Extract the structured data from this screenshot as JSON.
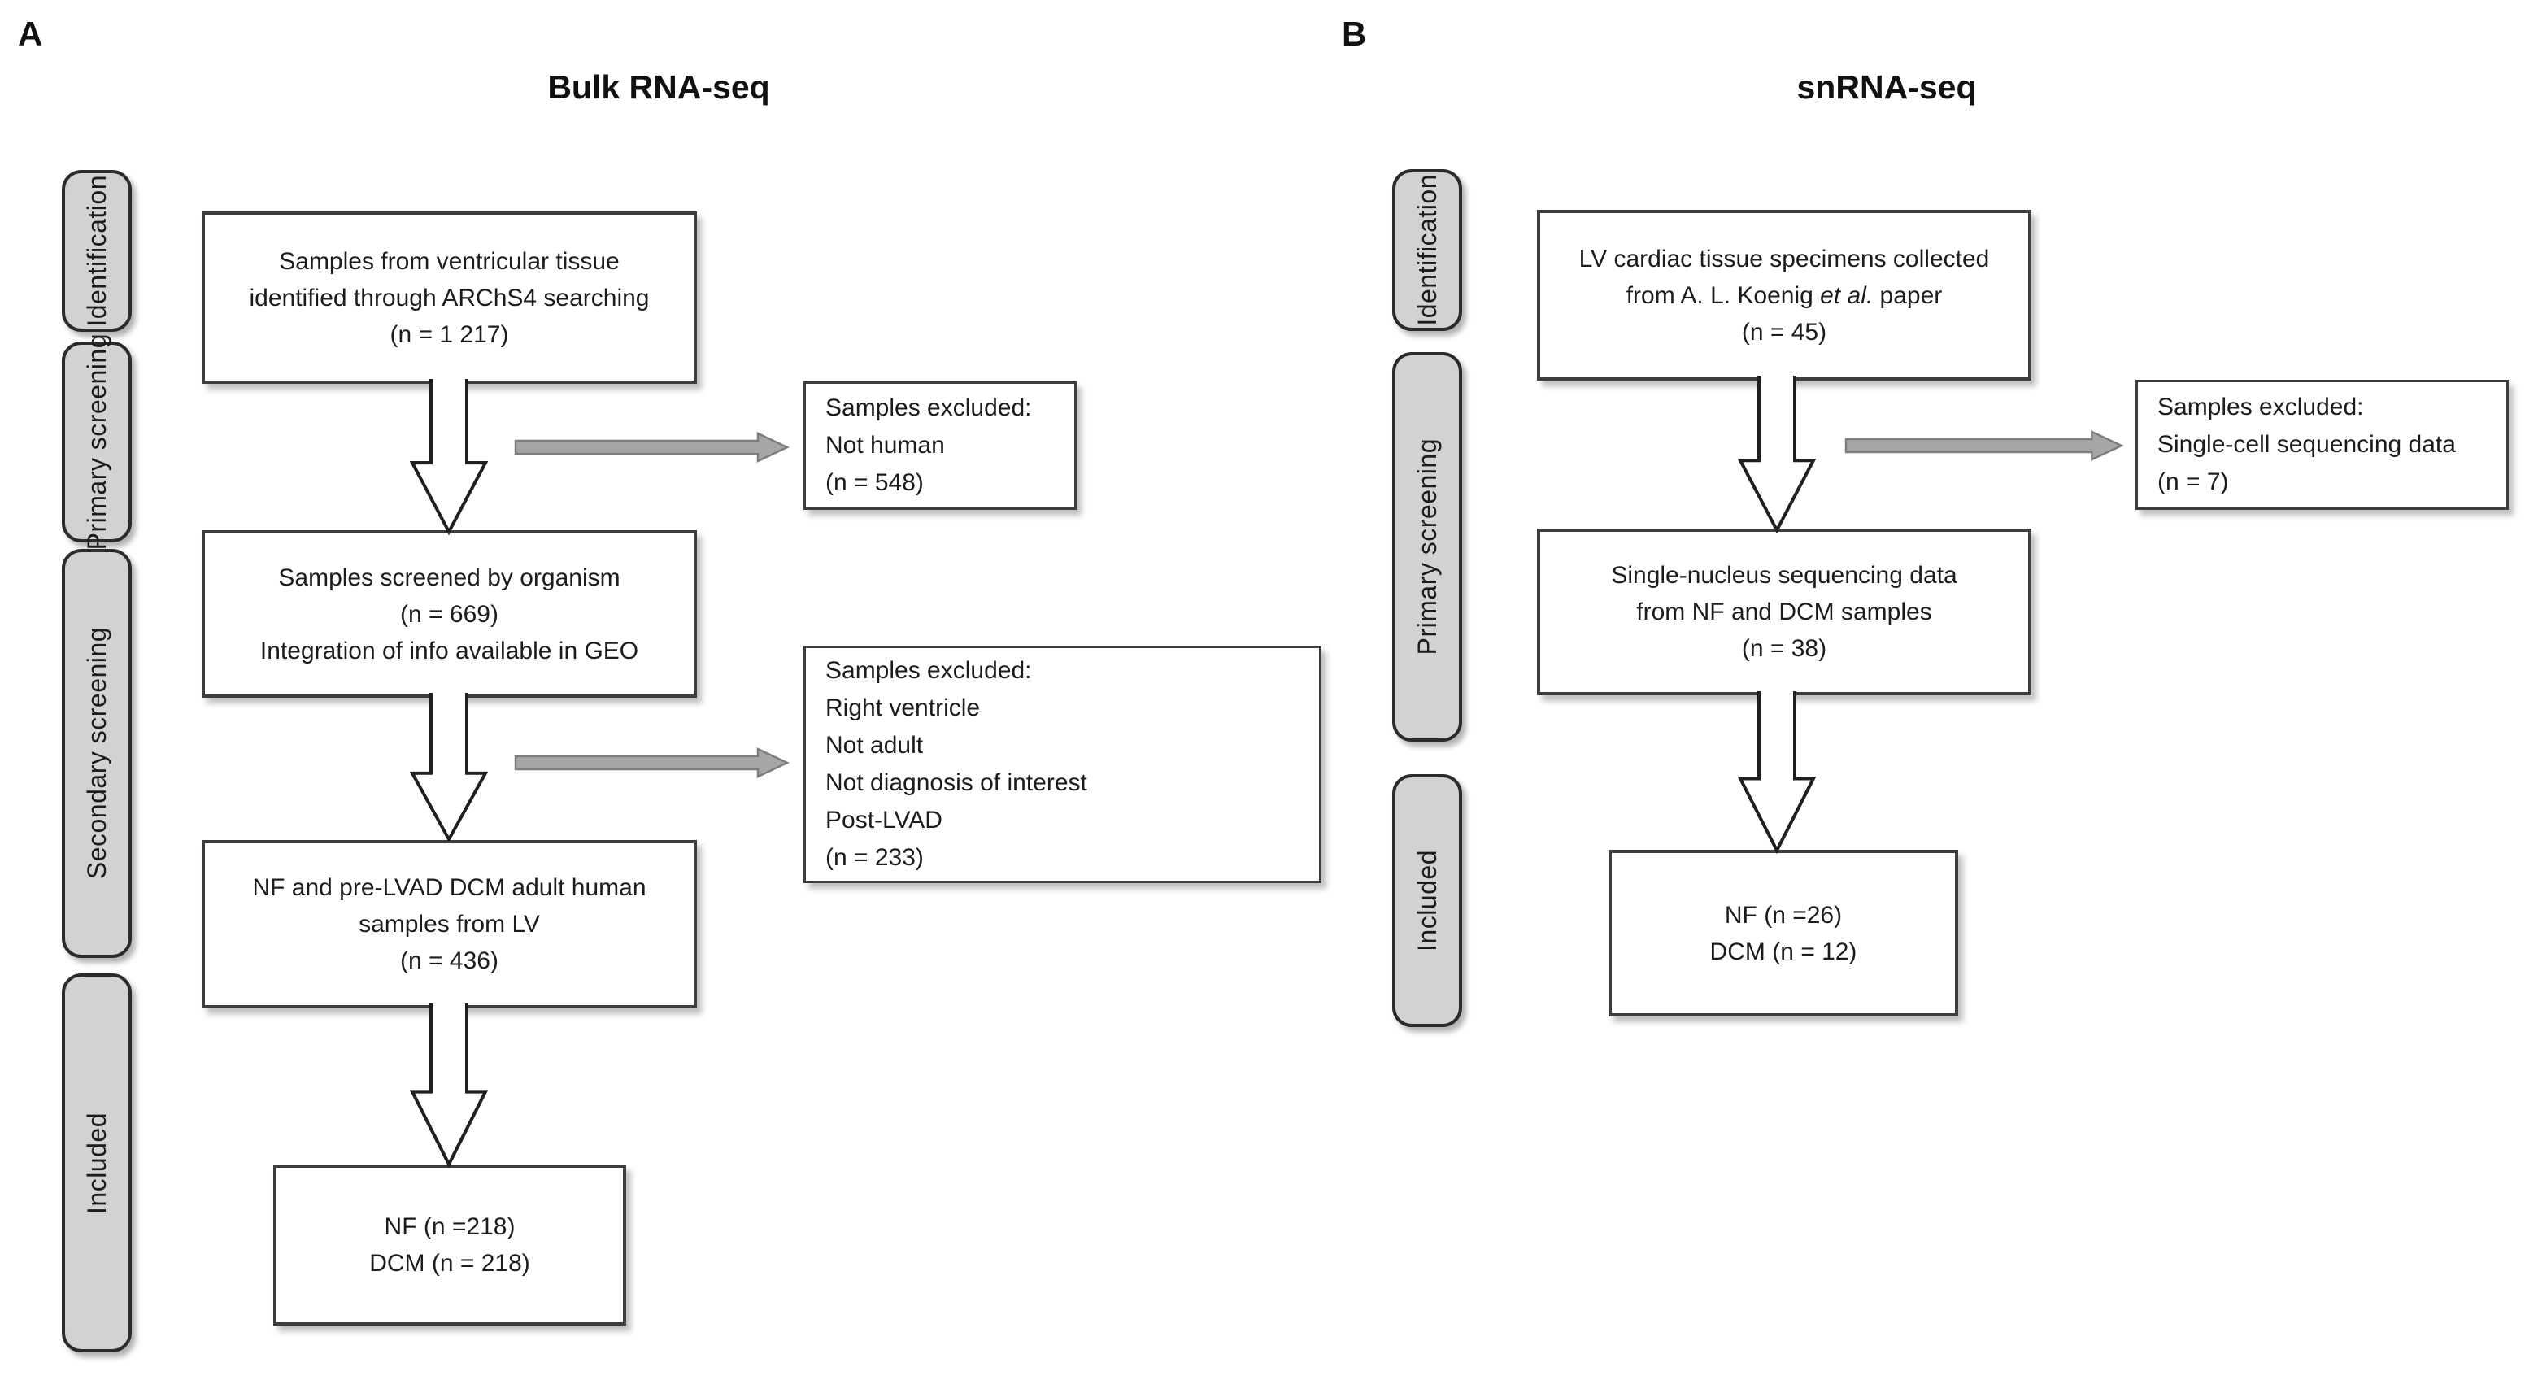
{
  "panel_a": {
    "label": "A",
    "title": "Bulk RNA-seq",
    "stages": {
      "identification": "Identification",
      "primary_screening": "Primary screening",
      "secondary_screening": "Secondary screening",
      "included": "Included"
    },
    "identification_box": {
      "line1": "Samples from ventricular tissue",
      "line2": "identified through ARChS4 searching",
      "line3": "(n = 1 217)"
    },
    "excluded_box_1": {
      "line1": "Samples excluded:",
      "line2": "Not human",
      "line3": "(n = 548)"
    },
    "primary_screening_box": {
      "line1": "Samples screened by organism",
      "line2": "(n = 669)",
      "line3": "Integration of info available in GEO"
    },
    "excluded_box_2": {
      "line1": "Samples excluded:",
      "line2": "Right ventricle",
      "line3": "Not adult",
      "line4": "Not diagnosis of interest",
      "line5": "Post-LVAD",
      "line6": "(n = 233)"
    },
    "secondary_screening_box": {
      "line1": "NF and pre-LVAD DCM adult human",
      "line2": "samples from LV",
      "line3": "(n = 436)"
    },
    "included_box": {
      "line1": "NF (n =218)",
      "line2": "DCM (n = 218)"
    }
  },
  "panel_b": {
    "label": "B",
    "title": "snRNA-seq",
    "stages": {
      "identification": "Identification",
      "primary_screening": "Primary screening",
      "included": "Included"
    },
    "identification_box": {
      "line1": "LV cardiac tissue specimens collected",
      "line2_pre": "from A. L. Koenig ",
      "line2_italic": "et al.",
      "line2_post": " paper",
      "line3": "(n = 45)"
    },
    "excluded_box_1": {
      "line1": "Samples excluded:",
      "line2": "Single-cell sequencing data",
      "line3": "(n = 7)"
    },
    "primary_screening_box": {
      "line1": "Single-nucleus sequencing data",
      "line2": "from NF and DCM samples",
      "line3": "(n = 38)"
    },
    "included_box": {
      "line1": "NF (n =26)",
      "line2": "DCM (n = 12)"
    }
  },
  "colors": {
    "stage_fill": "#d2d2d2",
    "box_border": "#3d3d3d",
    "gray_arrow_fill": "#a6a6a6",
    "gray_arrow_border": "#7d7d7d",
    "text": "#1c1c1c"
  }
}
